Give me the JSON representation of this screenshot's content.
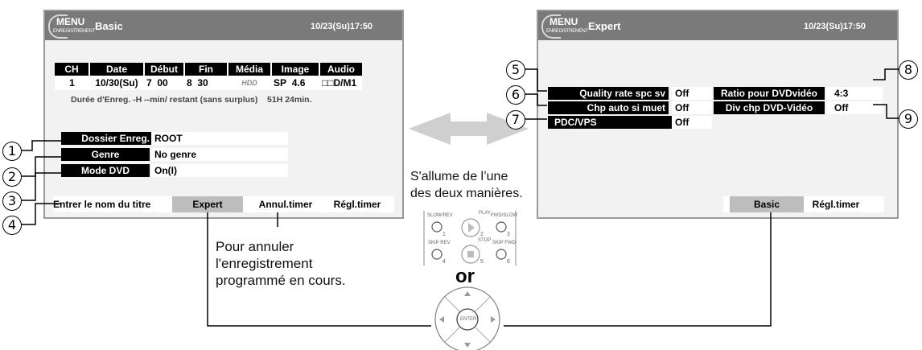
{
  "left_screen": {
    "menu_logo": "MENU",
    "menu_logo_sub": "ENREGISTREMENT",
    "title": "Basic",
    "clock": "10/23(Su)17:50",
    "table": {
      "headers": [
        "CH",
        "Date",
        "Début",
        "Fin",
        "Média",
        "Image",
        "Audio"
      ],
      "row": {
        "ch": "1",
        "date": "10/30(Su)",
        "start_h": "7",
        "start_m": "00",
        "end_h": "8",
        "end_m": "30",
        "media": "HDD",
        "image_mode": "SP",
        "image_rate": "4.6",
        "audio": "□□D/M1"
      }
    },
    "note": "Durée d'Enreg. -H --min/ restant (sans surplus)    51H 24min.",
    "fields": [
      {
        "label": "Dossier Enreg.",
        "value": "ROOT"
      },
      {
        "label": "Genre",
        "value": "No genre"
      },
      {
        "label": "Mode DVD",
        "value": "On(I)"
      }
    ],
    "bottom_bar": {
      "item1": "Entrer le nom du titre",
      "item2": "Expert",
      "item3": "Annul.timer",
      "item4": "Régl.timer"
    }
  },
  "right_screen": {
    "menu_logo": "MENU",
    "menu_logo_sub": "ENREGISTREMENT",
    "title": "Expert",
    "clock": "10/23(Su)17:50",
    "fields_left": [
      {
        "label": "Quality rate spc sv",
        "value": "Off"
      },
      {
        "label": "Chp auto si muet",
        "value": "Off"
      },
      {
        "label": "PDC/VPS",
        "value": "Off"
      }
    ],
    "fields_right": [
      {
        "label": "Ratio pour DVDvidéo",
        "value": "4:3"
      },
      {
        "label": "Div chp DVD-Vidéo",
        "value": "Off"
      }
    ],
    "bottom_bar": {
      "item1": "Basic",
      "item2": "Régl.timer"
    }
  },
  "callouts": [
    "1",
    "2",
    "3",
    "4",
    "5",
    "6",
    "7",
    "8",
    "9"
  ],
  "caption_toggle": [
    "S'allume de l’une",
    "des deux manières."
  ],
  "caption_cancel": [
    "Pour annuler",
    "l'enregistrement",
    "programmé en cours."
  ],
  "or_label": "or",
  "remote_buttons": {
    "slow_rev": "SLOW/REV",
    "play": "PLAY",
    "fwd_slow": "FWD/SLOW",
    "skip_rev": "SKIP REV",
    "stop": "STOP",
    "skip_fwd": "SKIP FWD",
    "n1": "1",
    "n2": "2",
    "n3": "3",
    "n4": "4",
    "n5": "5",
    "n6": "6"
  },
  "dpad_center": "ENTER",
  "colors": {
    "header_gray": "#7a7a7a",
    "screen_bg": "#f2f2f2",
    "arrow_gray": "#cfcfcf",
    "selected_gray": "#bdbdbd"
  }
}
